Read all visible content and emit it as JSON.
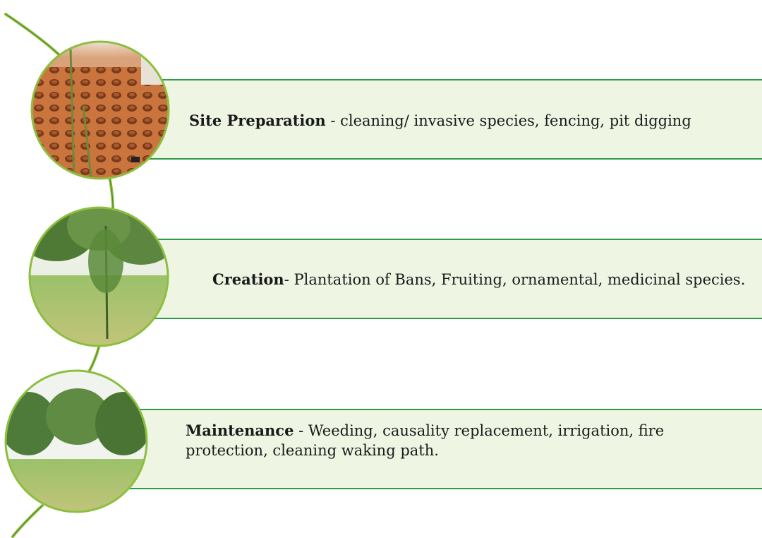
{
  "colors": {
    "accent_line": "#2e9b47",
    "box_fill": "#eef5e3",
    "vine": "#8cbf3f"
  },
  "steps": [
    {
      "title": "Site Preparation",
      "text": " - cleaning/ invasive species, fencing, pit digging",
      "photo": "nursery-pits-photo"
    },
    {
      "title": "Creation",
      "text": "- Plantation of Bans, Fruiting, ornamental, medicinal species.",
      "photo": "sapling-plantation-photo"
    },
    {
      "title": "Maintenance",
      "text": " - Weeding, causality replacement, irrigation, fire protection, cleaning waking path.",
      "photo": "grown-shrubland-photo"
    }
  ]
}
